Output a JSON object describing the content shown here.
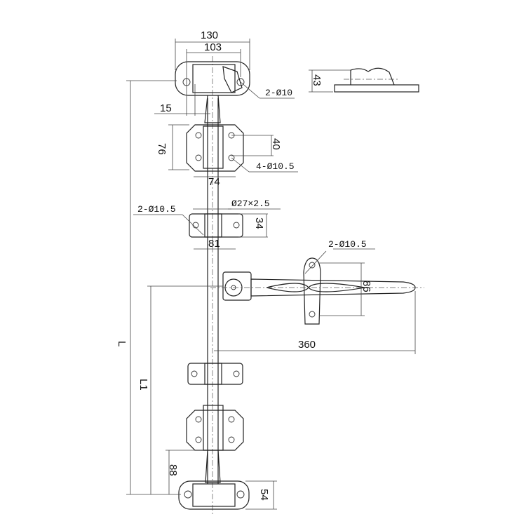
{
  "drawing": {
    "title_dims": {
      "overall_width": "130",
      "hole_spacing": "103",
      "edge_offset": "15",
      "top_holes": "2-Ø10",
      "hinge_height": "76",
      "hinge_hole_spacing": "40",
      "hinge_width": "74",
      "hinge_holes": "4-Ø10.5",
      "tube": "Ø27×2.5",
      "bracket_holes": "2-Ø10.5",
      "bracket_height": "34",
      "bracket_width": "81",
      "handle_holes": "2-Ø10.5",
      "cam_height": "86",
      "handle_length": "360",
      "total_length": "L",
      "handle_height": "L1",
      "bottom_offset": "88",
      "bottom_height": "54",
      "side_height": "43"
    }
  }
}
